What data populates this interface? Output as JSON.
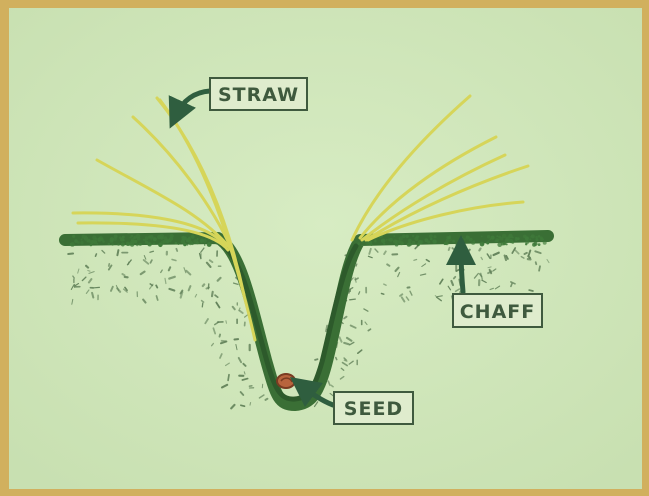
{
  "diagram": {
    "labels": {
      "straw": "STRAW",
      "chaff": "CHAFF",
      "seed": "SEED"
    },
    "colors": {
      "background": "#cfe6bb",
      "frame": "#d1b05e",
      "straw": "#d8d65a",
      "furrow": "#3f7a3a",
      "soil_speckle": "#5f7f57",
      "label_text": "#3f5a3e",
      "arrow": "#2f5e3f",
      "seed": "#b8643d"
    }
  }
}
